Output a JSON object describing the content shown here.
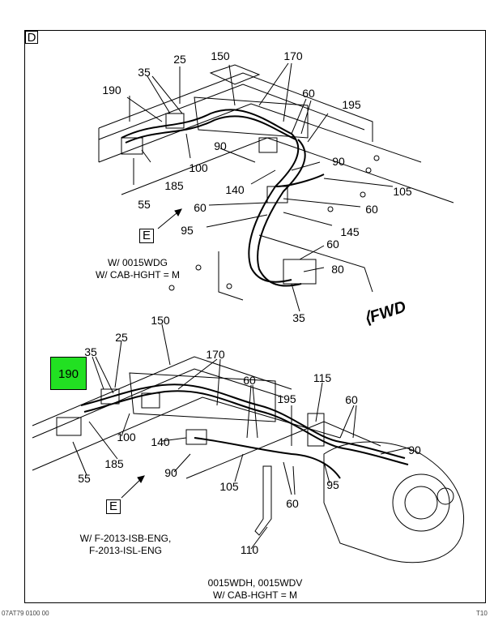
{
  "view_tag": "D",
  "top_view": {
    "labels": {
      "l25": "25",
      "l150": "150",
      "l170": "170",
      "l35": "35",
      "l190": "190",
      "l60a": "60",
      "l195": "195",
      "l90a": "90",
      "l90b": "90",
      "l100": "100",
      "l185": "185",
      "l140": "140",
      "l105": "105",
      "l60b": "60",
      "l60c": "60",
      "l55": "55",
      "l95": "95",
      "l145": "145",
      "l60d": "60",
      "l80": "80",
      "l35b": "35"
    },
    "section_tag": "E",
    "note_line1": "W/ 0015WDG",
    "note_line2": "W/ CAB-HGHT = M"
  },
  "bottom_view": {
    "labels": {
      "l150": "150",
      "l25": "25",
      "l35": "35",
      "l170": "170",
      "l60a": "60",
      "l115": "115",
      "l195": "195",
      "l60b": "60",
      "l90a": "90",
      "l100": "100",
      "l140": "140",
      "l185": "185",
      "l90b": "90",
      "l55": "55",
      "l105": "105",
      "l95": "95",
      "l60c": "60",
      "l110": "110"
    },
    "highlight_label": "190",
    "highlight_color": "#22e022",
    "section_tag": "E",
    "note_a_line1": "W/ F-2013-ISB-ENG,",
    "note_a_line2": "F-2013-ISL-ENG",
    "note_b_line1": "0015WDH, 0015WDV",
    "note_b_line2": "W/ CAB-HGHT = M"
  },
  "fwd_label": "FWD",
  "footer_left": "07AT79 0100 00",
  "footer_right": "T10"
}
